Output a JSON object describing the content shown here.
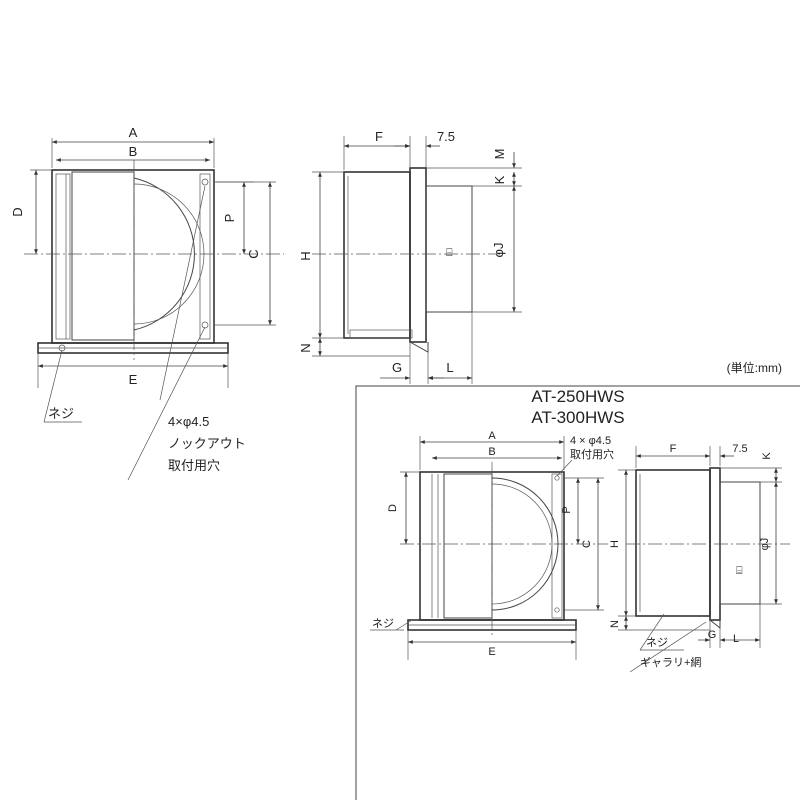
{
  "unit_note": "(単位:mm)",
  "models": [
    "AT-250HWS",
    "AT-300HWS"
  ],
  "main_front": {
    "dims": {
      "A": "A",
      "B": "B",
      "C": "C",
      "D": "D",
      "P": "P",
      "E": "E"
    },
    "screw_label": "ネジ",
    "knockout_line1": "4×φ4.5",
    "knockout_line2": "ノックアウト",
    "knockout_line3": "取付用穴"
  },
  "main_side": {
    "dims": {
      "F": "F",
      "d75": "7.5",
      "M": "M",
      "K": "K",
      "H": "H",
      "phiJ": "φJ",
      "N": "N",
      "G": "G",
      "L": "L"
    }
  },
  "sub_front": {
    "dims": {
      "A": "A",
      "B": "B",
      "C": "C",
      "D": "D",
      "P": "P",
      "E": "E"
    },
    "hole_line1": "4 × φ4.5",
    "hole_line2": "取付用穴",
    "screw_label": "ネジ"
  },
  "sub_side": {
    "dims": {
      "F": "F",
      "d75": "7.5",
      "K": "K",
      "H": "H",
      "phiJ": "φJ",
      "N": "N",
      "G": "G",
      "L": "L"
    },
    "screw_label": "ネジ",
    "gallery_label": "ギャラリ+網"
  }
}
